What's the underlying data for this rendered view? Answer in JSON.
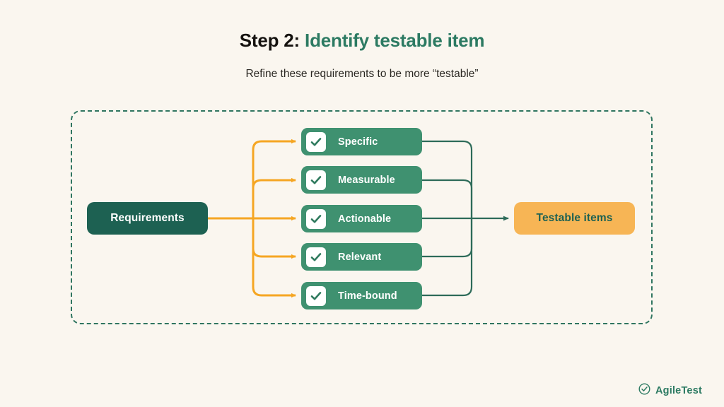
{
  "header": {
    "title_step": "Step 2:",
    "title_accent": "Identify testable item",
    "subtitle": "Refine these requirements to be more “testable”"
  },
  "diagram": {
    "input": {
      "label": "Requirements"
    },
    "items": [
      {
        "label": "Specific",
        "icon": "check-icon"
      },
      {
        "label": "Measurable",
        "icon": "check-icon"
      },
      {
        "label": "Actionable",
        "icon": "check-icon"
      },
      {
        "label": "Relevant",
        "icon": "check-icon"
      },
      {
        "label": "Time-bound",
        "icon": "check-icon"
      }
    ],
    "output": {
      "label": "Testable items"
    }
  },
  "brand": {
    "name": "AgileTest",
    "icon": "circle-check-icon"
  },
  "colors": {
    "background": "#faf6ef",
    "dark_green": "#1d6152",
    "accent_green": "#2c7a62",
    "item_green": "#3f9170",
    "orange": "#f5a623",
    "output_orange": "#f7b555",
    "panel_border": "#2f7560",
    "wire_green": "#2d6b59",
    "text_dark": "#15120f"
  }
}
